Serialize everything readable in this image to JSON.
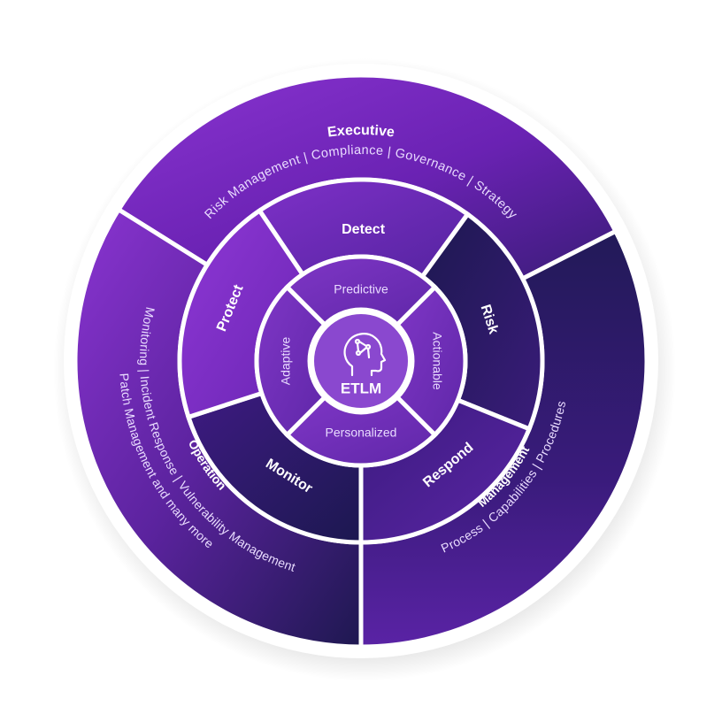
{
  "center": {
    "label": "ETLM",
    "icon": "brain-head-icon"
  },
  "inner_ring": [
    {
      "id": "predictive",
      "label": "Predictive"
    },
    {
      "id": "actionable",
      "label": "Actionable"
    },
    {
      "id": "personalized",
      "label": "Personalized"
    },
    {
      "id": "adaptive",
      "label": "Adaptive"
    }
  ],
  "middle_ring": [
    {
      "id": "detect",
      "label": "Detect"
    },
    {
      "id": "risk",
      "label": "Risk"
    },
    {
      "id": "respond",
      "label": "Respond"
    },
    {
      "id": "monitor",
      "label": "Monitor"
    },
    {
      "id": "protect",
      "label": "Protect"
    }
  ],
  "outer_ring": {
    "executive": {
      "title": "Executive",
      "items": "Risk Management  |  Compliance  |  Governance  |  Strategy"
    },
    "management": {
      "title": "Management",
      "items": "Process  |  Capabilities  |  Procedures"
    },
    "operation": {
      "title": "Operation",
      "line1": "Monitoring  |  Incident Response  |  Vulnerability Management",
      "line2": "Patch Management and many more"
    }
  },
  "colors": {
    "purple_light": "#8d35d3",
    "purple_mid": "#6a24b0",
    "purple_dark": "#1c1850",
    "separator": "#ffffff",
    "center_fill": "#8a48cf"
  }
}
